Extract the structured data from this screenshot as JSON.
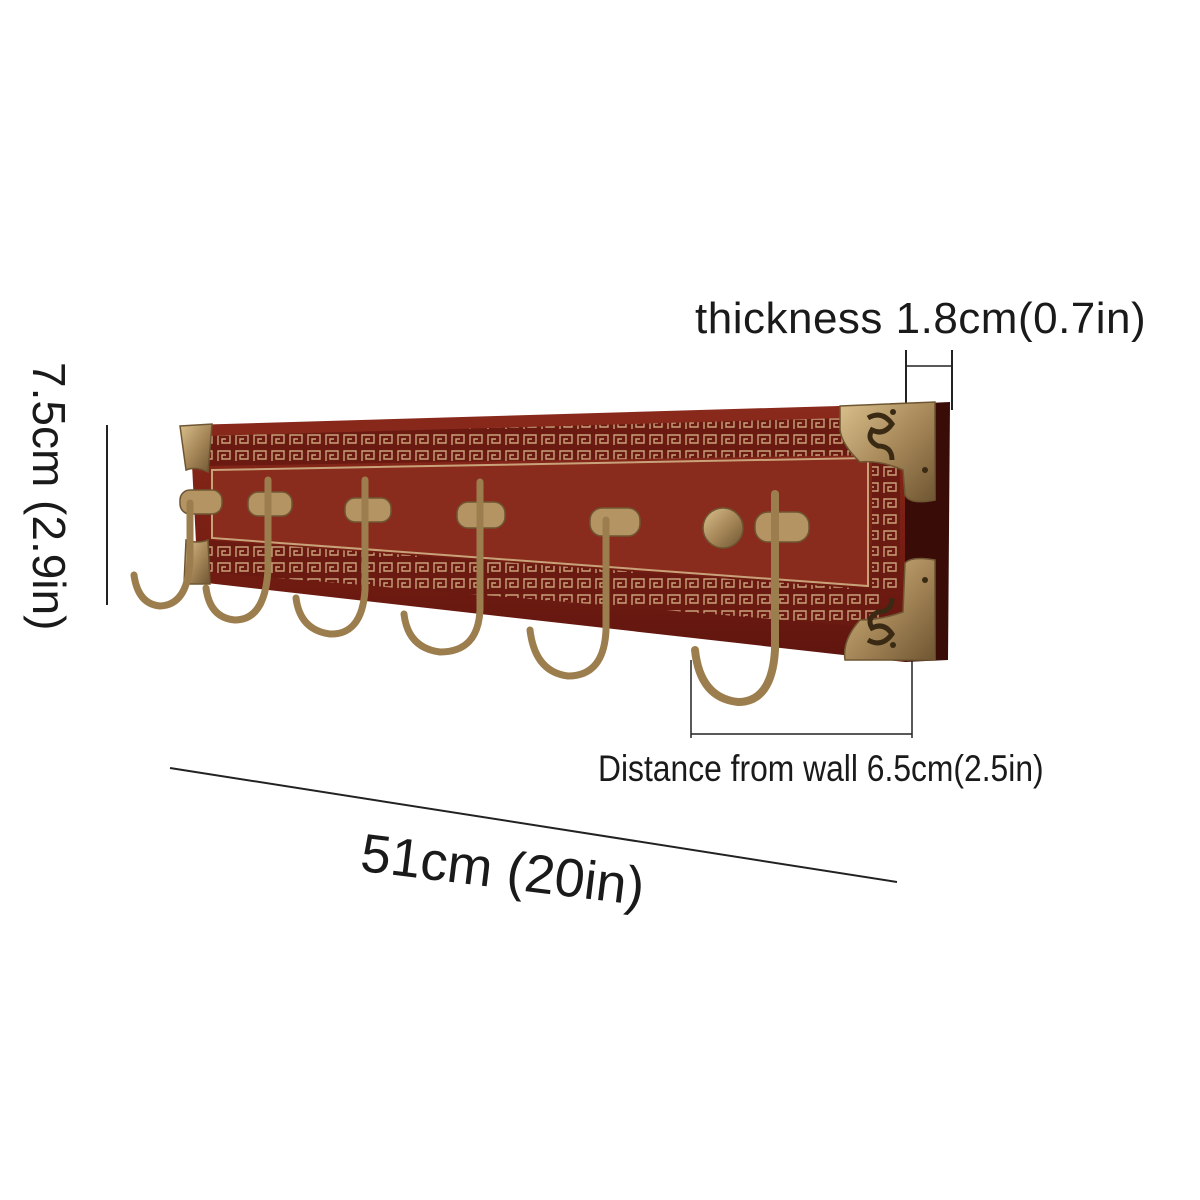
{
  "labels": {
    "thickness": "thickness 1.8cm(0.7in)",
    "height": "7.5cm (2.9in)",
    "width": "51cm (20in)",
    "distance": "Distance from wall 6.5cm(2.5in)"
  },
  "product": {
    "hook_count": 6,
    "knob_count": 1
  },
  "colors": {
    "wood": "#7a1f14",
    "wood_dark": "#4a0f0a",
    "brass": "#a8895a",
    "brass_dark": "#6f5632",
    "line": "#222222"
  }
}
